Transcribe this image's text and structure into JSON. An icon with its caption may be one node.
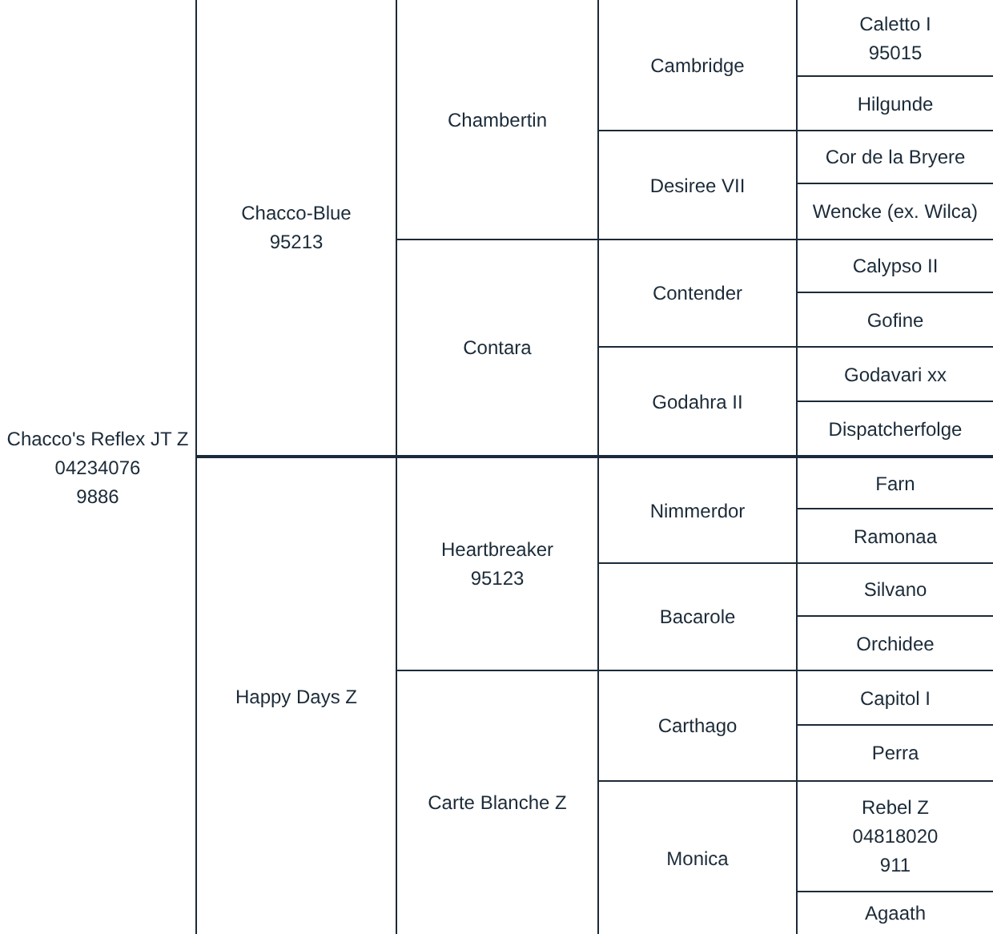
{
  "diagram": {
    "nodes": [
      {
        "text": [
          "Chacco's Reflex JT Z",
          "04234076",
          "9886"
        ]
      },
      {
        "text": [
          "Chacco-Blue",
          "95213"
        ]
      },
      {
        "text": [
          "Chambertin"
        ]
      },
      {
        "text": [
          "Cambridge"
        ]
      },
      {
        "text": [
          "Caletto I",
          "95015"
        ]
      },
      {
        "text": [
          "Hilgunde"
        ]
      },
      {
        "text": [
          "Desiree VII"
        ]
      },
      {
        "text": [
          "Cor de la Bryere"
        ]
      },
      {
        "text": [
          "Wencke (ex. Wilca)"
        ]
      },
      {
        "text": [
          "Contara"
        ]
      },
      {
        "text": [
          "Contender"
        ]
      },
      {
        "text": [
          "Calypso II"
        ]
      },
      {
        "text": [
          "Gofine"
        ]
      },
      {
        "text": [
          "Godahra II"
        ]
      },
      {
        "text": [
          "Godavari xx"
        ]
      },
      {
        "text": [
          "Dispatcherfolge"
        ]
      },
      {
        "text": [
          "Happy Days Z"
        ]
      },
      {
        "text": [
          "Heartbreaker",
          "95123"
        ]
      },
      {
        "text": [
          "Nimmerdor"
        ]
      },
      {
        "text": [
          "Farn"
        ]
      },
      {
        "text": [
          "Ramonaa"
        ]
      },
      {
        "text": [
          "Bacarole"
        ]
      },
      {
        "text": [
          "Silvano"
        ]
      },
      {
        "text": [
          "Orchidee"
        ]
      },
      {
        "text": [
          "Carte Blanche Z"
        ]
      },
      {
        "text": [
          "Carthago"
        ]
      },
      {
        "text": [
          "Capitol I"
        ]
      },
      {
        "text": [
          "Perra"
        ]
      },
      {
        "text": [
          "Monica"
        ]
      },
      {
        "text": [
          "Rebel Z",
          "04818020",
          "911"
        ]
      },
      {
        "text": [
          "Agaath"
        ]
      }
    ]
  }
}
